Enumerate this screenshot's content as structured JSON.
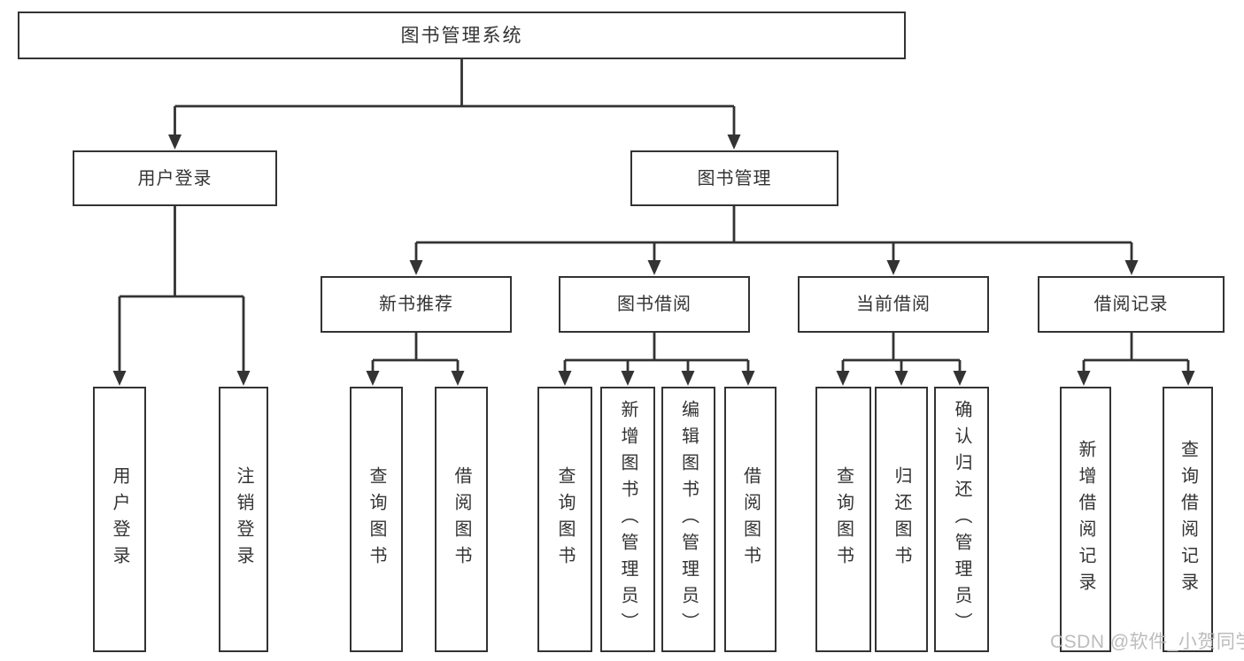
{
  "diagram": {
    "type": "functional-decomposition-tree",
    "tree": {
      "root": {
        "label": "图书管理系统"
      },
      "branches": [
        {
          "label": "用户登录",
          "children": [
            {
              "label": "用户登录"
            },
            {
              "label": "注销登录"
            }
          ]
        },
        {
          "label": "图书管理",
          "children": [
            {
              "label": "新书推荐",
              "children": [
                {
                  "label": "查询图书"
                },
                {
                  "label": "借阅图书"
                }
              ]
            },
            {
              "label": "图书借阅",
              "children": [
                {
                  "label": "查询图书"
                },
                {
                  "label": "新增图书（管理员）"
                },
                {
                  "label": "编辑图书（管理员）"
                },
                {
                  "label": "借阅图书"
                }
              ]
            },
            {
              "label": "当前借阅",
              "children": [
                {
                  "label": "查询图书"
                },
                {
                  "label": "归还图书"
                },
                {
                  "label": "确认归还（管理员）"
                }
              ]
            },
            {
              "label": "借阅记录",
              "children": [
                {
                  "label": "新增借阅记录"
                },
                {
                  "label": "查询借阅记录"
                }
              ]
            }
          ]
        }
      ]
    },
    "colors": {
      "line": "#333333",
      "box_border": "#333333",
      "text": "#333333",
      "background": "#ffffff",
      "watermark": "#b9b9b9"
    }
  },
  "watermark": {
    "text": "CSDN @软件_小贺同学"
  }
}
